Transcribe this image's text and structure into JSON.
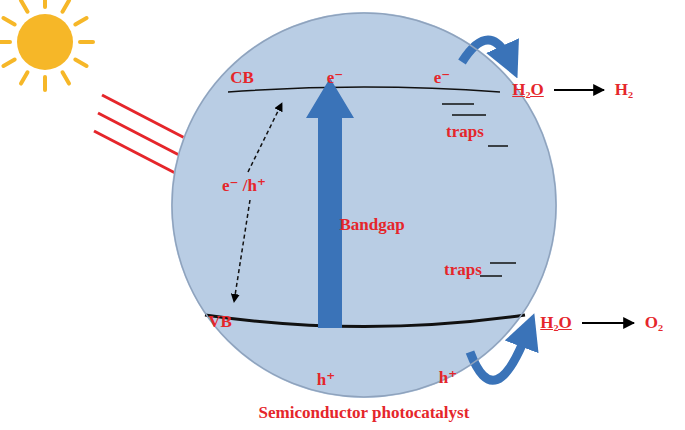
{
  "diagram": {
    "nodes": [
      {
        "text": [
          "Semiconductor photocatalyst"
        ]
      }
    ],
    "labels": [
      "CB",
      "e⁻",
      "e⁻",
      "H₂O",
      "H₂",
      "traps",
      "e⁻ /h⁺",
      "Bandgap",
      "traps",
      "VB",
      "h⁺",
      "h⁺",
      "H₂O",
      "O₂"
    ]
  }
}
